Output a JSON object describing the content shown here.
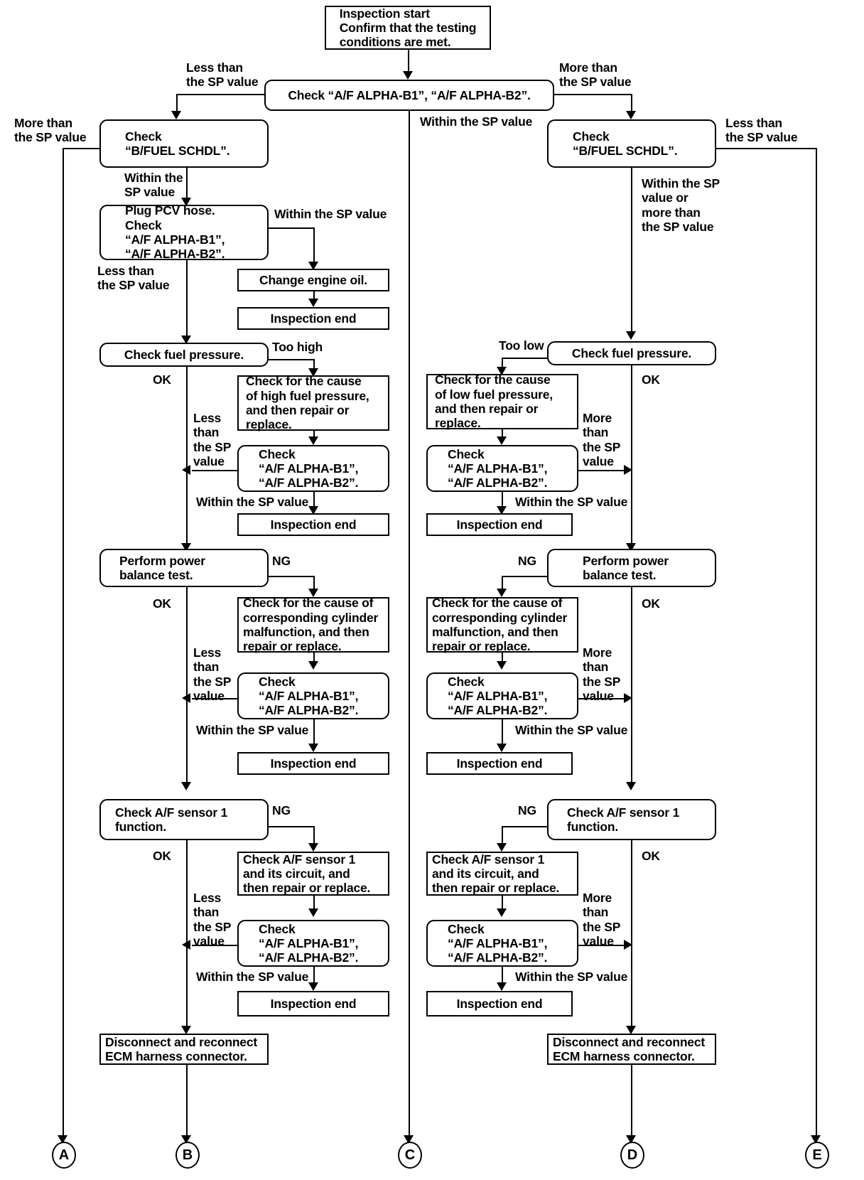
{
  "diagram": {
    "title": "A/F ALPHA diagnostic flowchart",
    "type": "flowchart",
    "nodes": {
      "start": "Inspection start\nConfirm that the testing\nconditions are met.",
      "check_alpha_top": "Check “A/F ALPHA-B1”, “A/F ALPHA-B2”.",
      "check_bfuel_left": "Check\n“B/FUEL SCHDL”.",
      "check_bfuel_right": "Check\n“B/FUEL SCHDL”.",
      "plug_pcv": "Plug PCV hose.\nCheck\n“A/F ALPHA-B1”,\n“A/F ALPHA-B2”.",
      "change_oil": "Change engine oil.",
      "inspection_end": "Inspection end",
      "check_fuel_pressure_left": "Check fuel pressure.",
      "check_fuel_pressure_right": "Check fuel pressure.",
      "cause_high_fuel": "Check for the cause\nof high fuel pressure,\nand then repair or\nreplace.",
      "cause_low_fuel": "Check for the cause\nof low fuel pressure,\nand then repair or\nreplace.",
      "check_alpha_small": "Check\n“A/F ALPHA-B1”,\n“A/F ALPHA-B2”.",
      "power_balance_left": "Perform power\nbalance test.",
      "power_balance_right": "Perform power\nbalance test.",
      "cause_cylinder": "Check for the cause of\ncorresponding cylinder\nmalfunction, and then\nrepair or replace.",
      "af_sensor_function_left": "Check A/F sensor 1\nfunction.",
      "af_sensor_function_right": "Check A/F sensor 1\nfunction.",
      "af_sensor_circuit_left": "Check A/F sensor 1\nand its circuit, and\nthen repair or replace.",
      "af_sensor_circuit_right": "Check A/F sensor 1\nand its circuit, and\nthen repair or replace.",
      "ecm_harness": "Disconnect and reconnect\nECM harness connector."
    },
    "edge_labels": {
      "less_than_sp_2line": "Less than\nthe SP value",
      "more_than_sp_2line": "More than\nthe SP value",
      "within_sp_2line": "Within the\nSP value",
      "within_sp_1line": "Within the SP value",
      "within_or_more_sp": "Within the SP\nvalue or\nmore than\nthe SP value",
      "less_than_sp_4line": "Less\nthan\nthe SP\nvalue",
      "more_than_sp_4line": "More\nthan\nthe SP\nvalue",
      "too_high": "Too high",
      "too_low": "Too low",
      "ok": "OK",
      "ng": "NG"
    },
    "connectors": [
      {
        "id": "A",
        "label": "A"
      },
      {
        "id": "B",
        "label": "B"
      },
      {
        "id": "C",
        "label": "C"
      },
      {
        "id": "D",
        "label": "D"
      },
      {
        "id": "E",
        "label": "E"
      }
    ],
    "colors": {
      "stroke": "#000000",
      "background": "#ffffff"
    }
  }
}
